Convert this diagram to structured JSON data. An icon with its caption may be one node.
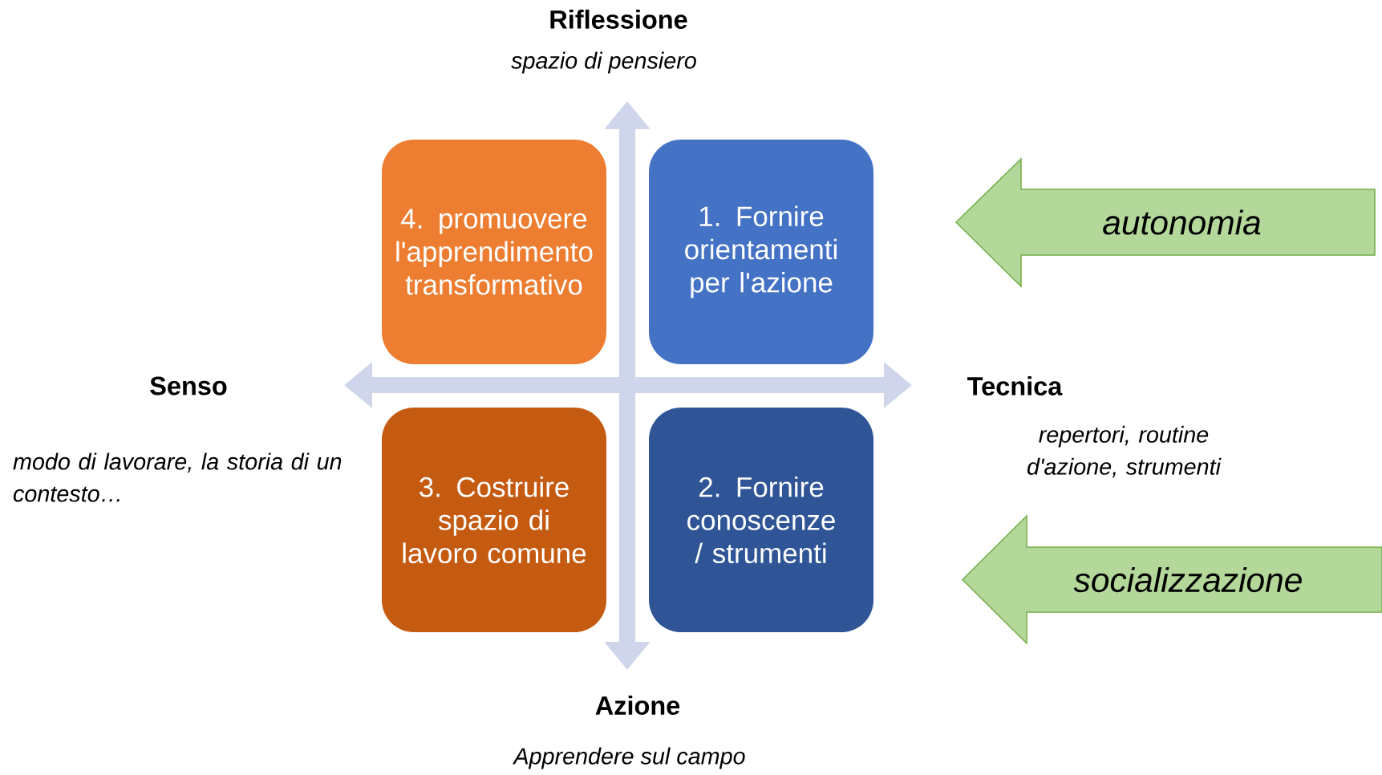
{
  "diagram": {
    "nodes": [
      {
        "text": [
          "4. promuovere l'apprendimento transformativo"
        ]
      },
      {
        "text": [
          "1. Fornire orientamenti per l'azione"
        ]
      },
      {
        "text": [
          "3. Costruire spazio di lavoro comune"
        ]
      },
      {
        "text": [
          "2. Fornire conoscenze / strumenti"
        ]
      },
      {
        "text": [
          "autonomia"
        ]
      },
      {
        "text": [
          "socializzazione"
        ]
      }
    ],
    "labels": [
      "Riflessione",
      "spazio di pensiero",
      "Senso",
      "modo di lavorare, la storia di un contesto…",
      "Tecnica",
      "repertori, routine d'azione, strumenti",
      "Azione",
      "Apprendere sul campo"
    ]
  }
}
